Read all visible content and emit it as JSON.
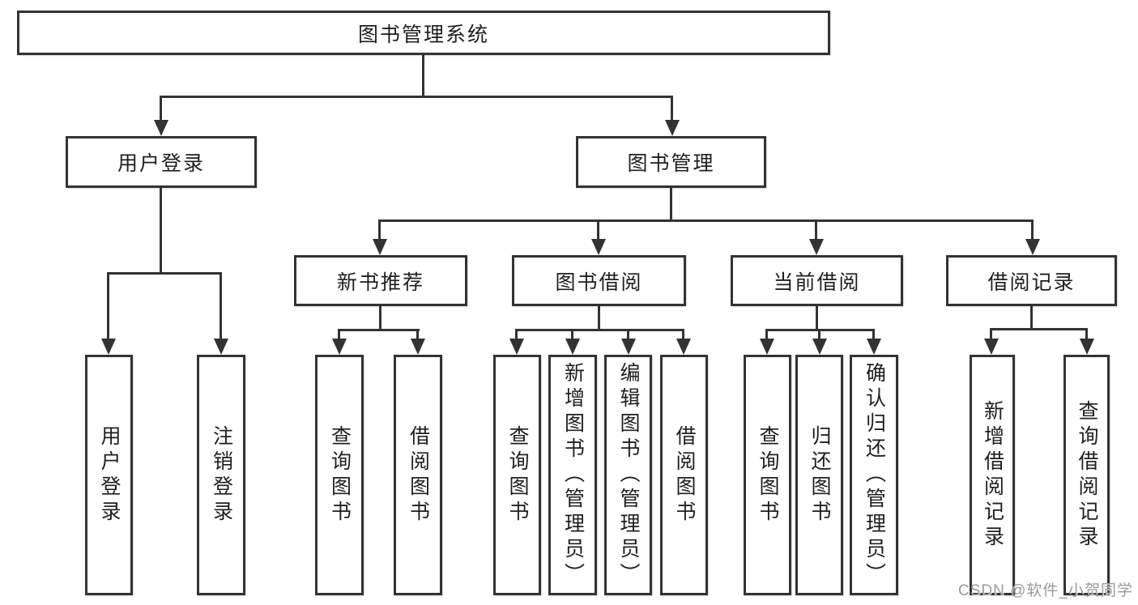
{
  "tree": {
    "label": "图书管理系统",
    "children": [
      {
        "label": "用户登录",
        "children": [
          {
            "label": "用户登录"
          },
          {
            "label": "注销登录"
          }
        ]
      },
      {
        "label": "图书管理",
        "children": [
          {
            "label": "新书推荐",
            "children": [
              {
                "label": "查询图书"
              },
              {
                "label": "借阅图书"
              }
            ]
          },
          {
            "label": "图书借阅",
            "children": [
              {
                "label": "查询图书"
              },
              {
                "label": "新增图书（管理员）"
              },
              {
                "label": "编辑图书（管理员）"
              },
              {
                "label": "借阅图书"
              }
            ]
          },
          {
            "label": "当前借阅",
            "children": [
              {
                "label": "查询图书"
              },
              {
                "label": "归还图书"
              },
              {
                "label": "确认归还（管理员）"
              }
            ]
          },
          {
            "label": "借阅记录",
            "children": [
              {
                "label": "新增借阅记录"
              },
              {
                "label": "查询借阅记录"
              }
            ]
          }
        ]
      }
    ]
  },
  "watermark": {
    "text": "CSDN @软件_小贺同学"
  },
  "colors": {
    "line": "#333333",
    "text": "#1f1f1f",
    "background": "#ffffff",
    "watermark": "#9a9a9a"
  }
}
